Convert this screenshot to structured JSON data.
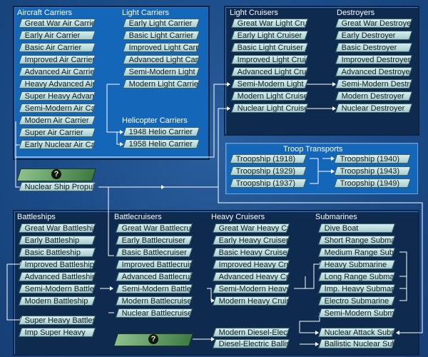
{
  "panels": {
    "top_left": {
      "aircraft_carriers": {
        "title": "Aircraft Carriers",
        "items": [
          "Great War Air Carrier",
          "Early Air Carrier",
          "Basic Air Carrier",
          "Improved Air Carrier",
          "Advanced Air Carrier",
          "Heavy Advanced Air Carrier",
          "Super Heavy Advanced Air Carrier",
          "Semi-Modern Air Carrier",
          "Modern Air Carrier",
          "Super Air Carrier",
          "Early Nuclear Air Carrier"
        ]
      },
      "light_carriers": {
        "title": "Light Carriers",
        "items": [
          "Early Light Carrier",
          "Basic Light Carrier",
          "Improved Light Carrier",
          "Advanced Light Carrier",
          "Semi-Modern Light Carrier",
          "Modern Light Carrier"
        ]
      },
      "helicopter_carriers": {
        "title": "Helicopter Carriers",
        "items": [
          "1948 Helio Carrier",
          "1958 Helio Carrier"
        ]
      }
    },
    "top_right": {
      "light_cruisers": {
        "title": "Light Cruisers",
        "items": [
          "Great War Light Cruiser",
          "Early Light Cruiser",
          "Basic Light Cruiser",
          "Improved Light Cruiser",
          "Advanced Light Cruiser",
          "Semi-Modern Light Cruiser",
          "Modern Light Cruiser",
          "Nuclear Light Cruiser"
        ]
      },
      "destroyers": {
        "title": "Destroyers",
        "items": [
          "Great War Destroyer",
          "Early Destroyer",
          "Basic Destroyer",
          "Improved Destroyer",
          "Advanced Destroyer",
          "Semi-Modern Destroyer",
          "Modern Destroyer",
          "Nuclear Destroyer"
        ]
      }
    },
    "troop_transports": {
      "title": "Troop Transports",
      "items": [
        "Troopship (1918)",
        "Troopship (1929)",
        "Troopship (1937)",
        "Troopship (1940)",
        "Troopship (1943)",
        "Troopship (1949)"
      ]
    },
    "nuclear_propulsion": {
      "label": "Nuclear Ship Propulsion"
    },
    "bottom": {
      "battleships": {
        "title": "Battleships",
        "items": [
          "Great War Battleship",
          "Early Battleship",
          "Basic Battleship",
          "Improved Battleship",
          "Advanced Battleship",
          "Semi-Modern Battleship",
          "Modern Battleship",
          "Super Heavy Battleship",
          "Imp Super Heavy"
        ]
      },
      "battlecruisers": {
        "title": "Battlecruisers",
        "items": [
          "Great War Battlecruiser",
          "Early Battlecruiser",
          "Basic Battlecruiser",
          "Improved Battlecruiser",
          "Advanced Battlecruiser",
          "Semi-Modern Battlecruiser",
          "Modern Battlecruiser",
          "Nuclear Battlecruiser"
        ]
      },
      "heavy_cruisers": {
        "title": "Heavy Cruisers",
        "items": [
          "Great War Heavy Cruiser",
          "Early Heavy Cruiser",
          "Basic Heavy Cruiser",
          "Improved Heavy Cruiser",
          "Advanced Heavy Cruiser",
          "Semi-Modern Heavy Cruiser",
          "Modern Heavy Cruiser",
          "Modern Diesel-Electric",
          "Diesel-Electric Ballistic"
        ]
      },
      "submarines": {
        "title": "Submarines",
        "items": [
          "Dive Boat",
          "Short Range Submarine",
          "Medium Range Submarine",
          "Heavy Submarine",
          "Long Range Submarine",
          "Imp. Heavy Submarine",
          "Electro Submarine",
          "Semi-Modern Submarine",
          "Nuclear Attack Submarine",
          "Ballistic Nuclear Submarine"
        ]
      }
    }
  },
  "icons": {
    "mystery": "question-mark-icon"
  },
  "colors": {
    "background": "#1b4f8e",
    "panel_blue": "#1466b8",
    "panel_navy": "#0e2a4f",
    "tech_fill": "#b9dcdc",
    "connector": "#ffffff"
  }
}
